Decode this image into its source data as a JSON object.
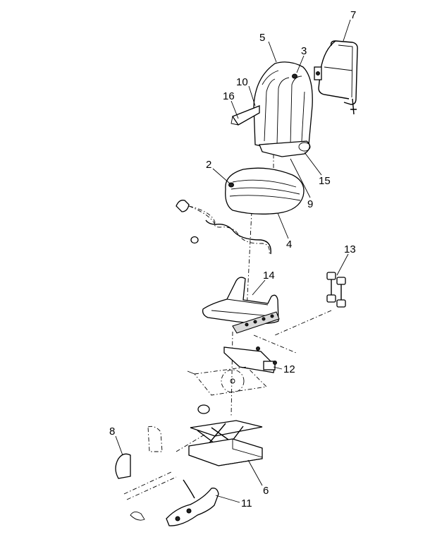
{
  "callouts": [
    {
      "id": "7",
      "label": "7"
    },
    {
      "id": "5",
      "label": "5"
    },
    {
      "id": "3",
      "label": "3"
    },
    {
      "id": "10",
      "label": "10"
    },
    {
      "id": "16",
      "label": "16"
    },
    {
      "id": "2",
      "label": "2"
    },
    {
      "id": "15",
      "label": "15"
    },
    {
      "id": "9",
      "label": "9"
    },
    {
      "id": "4",
      "label": "4"
    },
    {
      "id": "13",
      "label": "13"
    },
    {
      "id": "14",
      "label": "14"
    },
    {
      "id": "12",
      "label": "12"
    },
    {
      "id": "8",
      "label": "8"
    },
    {
      "id": "6",
      "label": "6"
    },
    {
      "id": "11",
      "label": "11"
    }
  ]
}
